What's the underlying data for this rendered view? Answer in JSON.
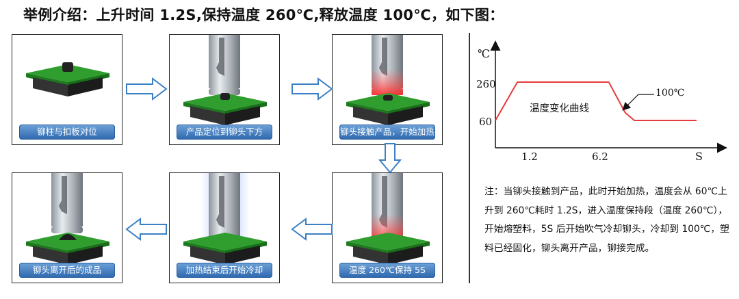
{
  "heading": "举例介绍：上升时间 1.2S,保持温度 260℃,释放温度 100℃，如下图：",
  "steps": [
    {
      "caption": "铆柱与扣板对位"
    },
    {
      "caption": "产品定位到铆头下方"
    },
    {
      "caption": "铆头接触产品，开始加热"
    },
    {
      "caption": "温度 260℃保持 5S"
    },
    {
      "caption": "加热结束后开始冷却"
    },
    {
      "caption": "铆头离开后的成品"
    }
  ],
  "colors": {
    "board_green": "#2f9e2f",
    "curve_red": "#e83a3a",
    "caption_blue": "#3a74b8",
    "arrow_blue": "#3b7fc4"
  },
  "chart_data": {
    "type": "line",
    "title": "温度变化曲线",
    "ylabel": "℃",
    "xlabel": "S",
    "x_ticks": [
      "1.2",
      "6.2"
    ],
    "y_ticks": [
      "60",
      "260"
    ],
    "series": [
      {
        "x": [
          0,
          1.2,
          6.2,
          7.1,
          7.6,
          11
        ],
        "y": [
          60,
          260,
          260,
          100,
          60,
          60
        ]
      }
    ],
    "annotation": "100℃"
  },
  "note": "注：当铆头接触到产品，此时开始加热，温度会从 60℃上升到 260℃耗时 1.2S，进入温度保持段（温度 260℃），开始熔塑料，5S 后开始吹气冷却铆头，冷却到 100℃，塑料已经固化，铆头离开产品，铆接完成。"
}
